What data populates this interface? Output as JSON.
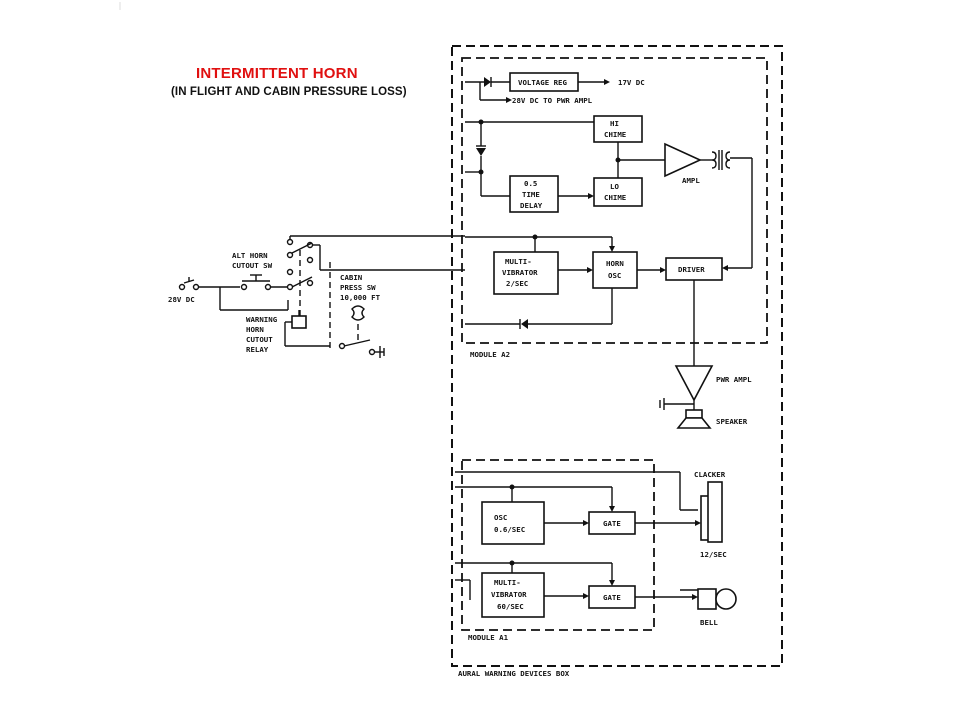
{
  "title": {
    "main": "INTERMITTENT HORN",
    "sub": "(IN FLIGHT AND CABIN PRESSURE LOSS)"
  },
  "blocks": {
    "voltage_reg": "VOLTAGE REG",
    "hi_chime": [
      "HI",
      "CHIME"
    ],
    "lo_chime": [
      "LO",
      "CHIME"
    ],
    "time_delay": [
      "0.5",
      "TIME",
      "DELAY"
    ],
    "multivibrator_a2": [
      "MULTI-",
      "VIBRATOR",
      "2/SEC"
    ],
    "horn_osc": [
      "HORN",
      "OSC"
    ],
    "driver": "DRIVER",
    "osc_a1": [
      "OSC",
      "0.6/SEC"
    ],
    "gate1": "GATE",
    "multivibrator_a1": [
      "MULTI-",
      "VIBRATOR",
      "60/SEC"
    ],
    "gate2": "GATE"
  },
  "labels": {
    "v17": "17V DC",
    "v28_pwr": "28V DC TO PWR AMPL",
    "ampl": "AMPL",
    "pwr_ampl": "PWR AMPL",
    "speaker": "SPEAKER",
    "module_a2": "MODULE A2",
    "module_a1": "MODULE A1",
    "box": "AURAL WARNING DEVICES BOX",
    "clacker": "CLACKER",
    "clacker_rate": "12/SEC",
    "bell": "BELL",
    "v28": "28V DC",
    "alt_horn": [
      "ALT HORN",
      "CUTOUT SW"
    ],
    "cabin_press": [
      "CABIN",
      "PRESS SW",
      "10,000 FT"
    ],
    "warning_relay": [
      "WARNING",
      "HORN",
      "CUTOUT",
      "RELAY"
    ]
  }
}
